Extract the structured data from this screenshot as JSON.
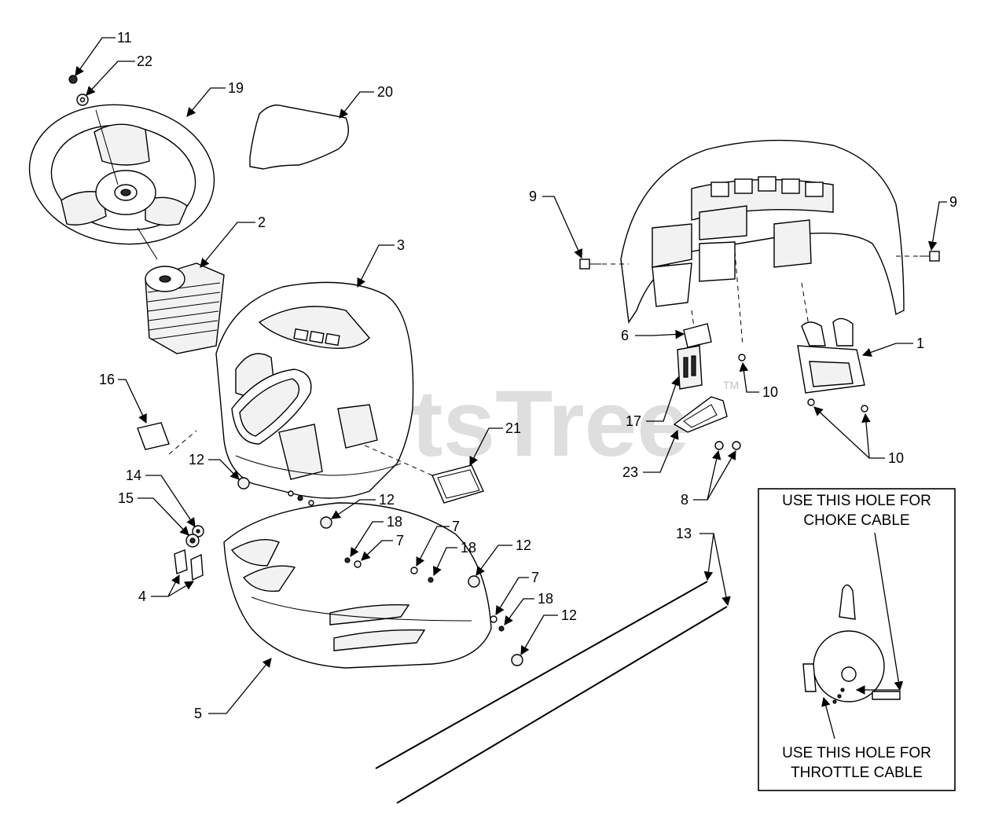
{
  "watermark": {
    "text": "PartsTree",
    "tm": "TM"
  },
  "callouts": [
    {
      "id": "c11",
      "label": "11"
    },
    {
      "id": "c22",
      "label": "22"
    },
    {
      "id": "c19",
      "label": "19"
    },
    {
      "id": "c20",
      "label": "20"
    },
    {
      "id": "c2",
      "label": "2"
    },
    {
      "id": "c3",
      "label": "3"
    },
    {
      "id": "c16",
      "label": "16"
    },
    {
      "id": "c21",
      "label": "21"
    },
    {
      "id": "c12a",
      "label": "12"
    },
    {
      "id": "c14",
      "label": "14"
    },
    {
      "id": "c15",
      "label": "15"
    },
    {
      "id": "c12b",
      "label": "12"
    },
    {
      "id": "c18a",
      "label": "18"
    },
    {
      "id": "c7a",
      "label": "7"
    },
    {
      "id": "c7b",
      "label": "7"
    },
    {
      "id": "c18b",
      "label": "18"
    },
    {
      "id": "c12c",
      "label": "12"
    },
    {
      "id": "c7c",
      "label": "7"
    },
    {
      "id": "c18c",
      "label": "18"
    },
    {
      "id": "c12d",
      "label": "12"
    },
    {
      "id": "c4",
      "label": "4"
    },
    {
      "id": "c5",
      "label": "5"
    },
    {
      "id": "c13",
      "label": "13"
    },
    {
      "id": "c9a",
      "label": "9"
    },
    {
      "id": "c9b",
      "label": "9"
    },
    {
      "id": "c6",
      "label": "6"
    },
    {
      "id": "c1",
      "label": "1"
    },
    {
      "id": "c10a",
      "label": "10"
    },
    {
      "id": "c17",
      "label": "17"
    },
    {
      "id": "c10b",
      "label": "10"
    },
    {
      "id": "c23",
      "label": "23"
    },
    {
      "id": "c8",
      "label": "8"
    }
  ],
  "note": {
    "choke_line1": "USE THIS HOLE FOR",
    "choke_line2": "CHOKE CABLE",
    "throttle_line1": "USE THIS HOLE FOR",
    "throttle_line2": "THROTTLE CABLE"
  }
}
